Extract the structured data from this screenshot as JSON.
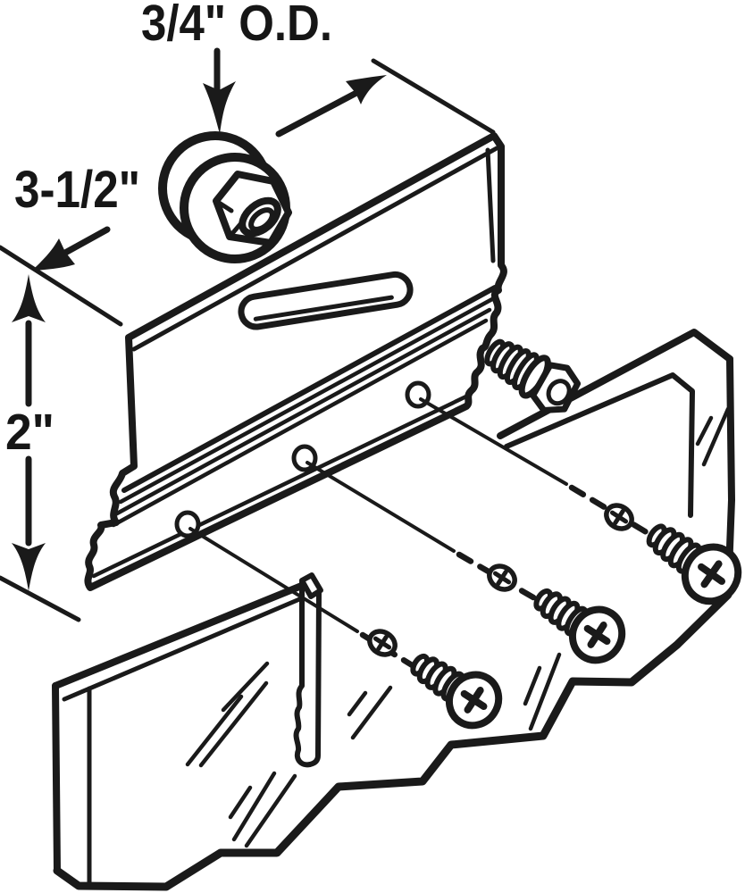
{
  "diagram": {
    "type": "exploded-parts-line-drawing",
    "subject": "sliding door roller bracket assembly",
    "background_color": "#ffffff",
    "line_color": "#1a1a1a",
    "labels": {
      "outer_diameter": "3/4\" O.D.",
      "width": "3-1/2\"",
      "height": "2\""
    },
    "parts": [
      "roller-wheel-with-hex-nut",
      "bracket-plate-with-slot",
      "serrated-flange-with-three-holes",
      "hex-head-machine-screw",
      "three-phillips-flat-head-screws",
      "three-small-screw-heads-on-dashed-lines",
      "broken-door-rail-panels",
      "thin-middle-strip"
    ]
  }
}
